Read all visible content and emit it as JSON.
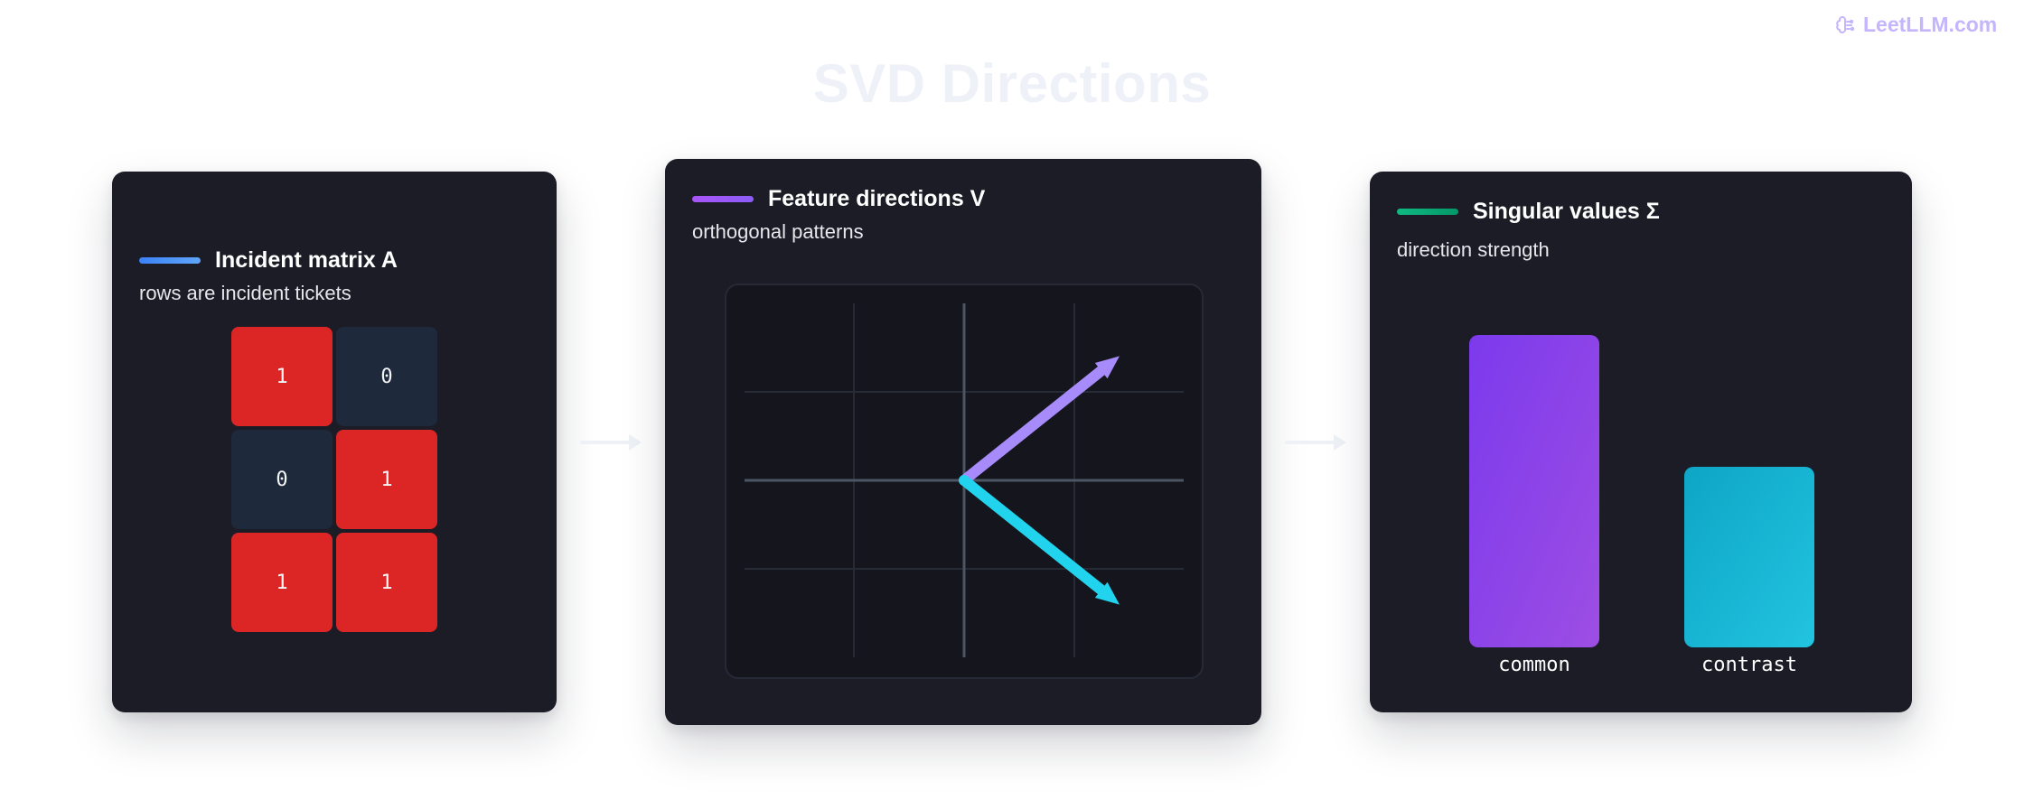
{
  "brand": {
    "text": "LeetLLM.com",
    "icon": "brain-icon",
    "color": "#c4b5fd"
  },
  "title": "SVD Directions",
  "flow_arrows": [
    "arrow-right-icon",
    "arrow-right-icon"
  ],
  "panels": {
    "matrix": {
      "title": "Incident matrix A",
      "subtitle": "rows are incident tickets",
      "accent": "#3b82f6",
      "rows": [
        [
          "1",
          "0"
        ],
        [
          "0",
          "1"
        ],
        [
          "1",
          "1"
        ]
      ],
      "one_color": "#dc2626",
      "zero_color": "#1e293b"
    },
    "directions": {
      "title": "Feature directions V",
      "subtitle": "orthogonal patterns",
      "accent": "#a855f7",
      "vectors": [
        {
          "name": "v1",
          "dx": 1,
          "dy": 0.8,
          "color": "#a78bfa"
        },
        {
          "name": "v2",
          "dx": 1,
          "dy": -0.8,
          "color": "#22d3ee"
        }
      ]
    },
    "singular_values": {
      "title": "Singular values Σ",
      "subtitle": "direction strength",
      "accent": "#10b981"
    }
  },
  "chart_data": {
    "type": "bar",
    "categories": [
      "common",
      "contrast"
    ],
    "values": [
      1.73,
      1.0
    ],
    "colors": [
      "#7c3aed",
      "#06b6d4"
    ],
    "title": "Singular values Σ",
    "xlabel": "",
    "ylabel": "",
    "ylim": [
      0,
      1.73
    ]
  }
}
